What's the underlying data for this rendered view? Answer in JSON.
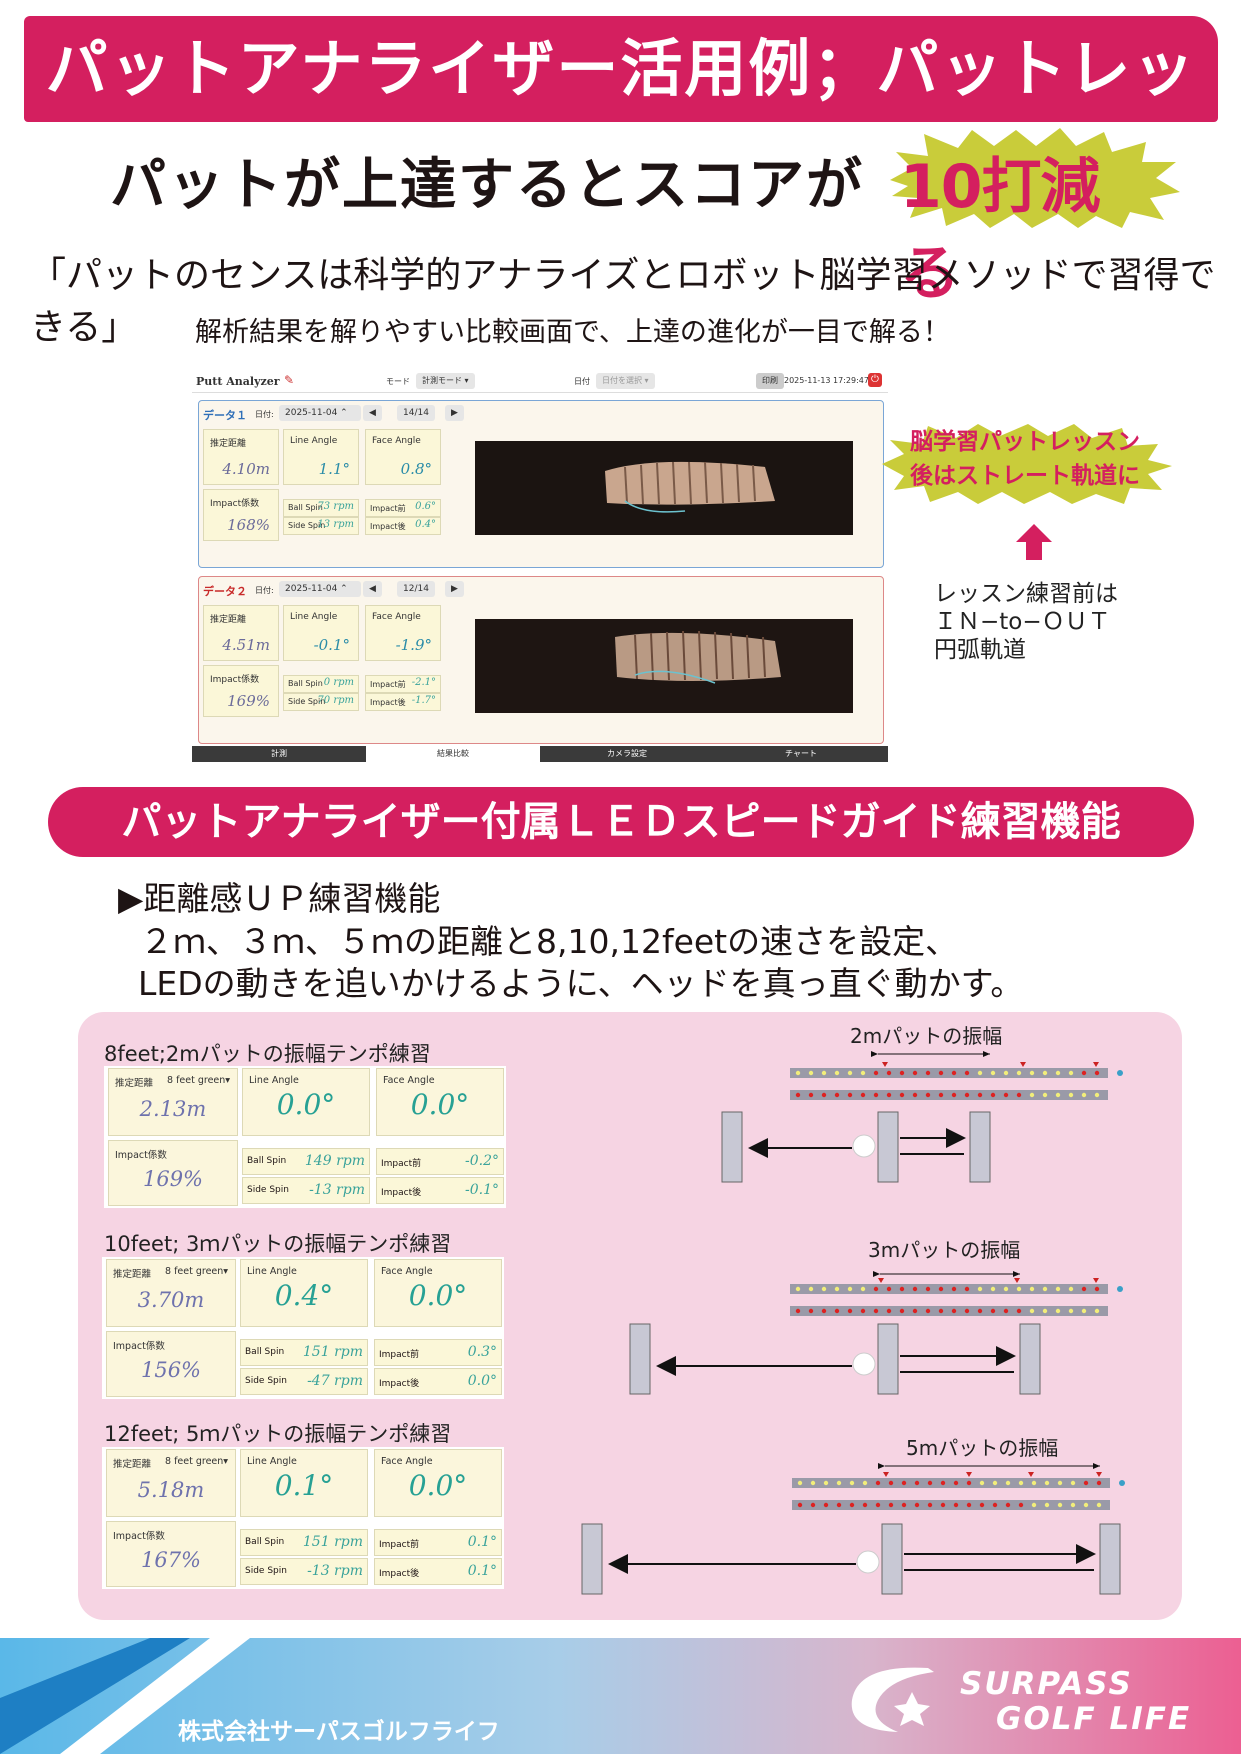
{
  "header": {
    "banner": "パットアナライザー活用例；パットレッスン",
    "headline": "パットが上達するとスコアが",
    "headline_emphasis": "10打減る",
    "quote": "「パットのセンスは科学的アナライズとロボット脳学習メソッドで習得できる」",
    "subheadline": "解析結果を解りやすい比較画面で、上達の進化が一目で解る！"
  },
  "app": {
    "title": "Putt Analyzer",
    "mode_label": "モード",
    "mode_value": "計測モード",
    "date_label": "日付",
    "date_placeholder": "日付を選択",
    "print_label": "印刷",
    "timestamp": "2025-11-13 17:29:47",
    "panels": [
      {
        "name": "データ１",
        "date_label": "日付:",
        "date": "2025-11-04",
        "counter": "14/14",
        "distance_label": "推定距離",
        "distance": "4.10m",
        "line_angle_label": "Line Angle",
        "line_angle": "1.1°",
        "face_angle_label": "Face Angle",
        "face_angle": "0.8°",
        "impact_label": "Impact係数",
        "impact": "168%",
        "ball_spin_label": "Ball Spin",
        "ball_spin": "73 rpm",
        "side_spin_label": "Side Spin",
        "side_spin": "13 rpm",
        "impact_before_label": "Impact前",
        "impact_before": "0.6°",
        "impact_after_label": "Impact後",
        "impact_after": "0.4°"
      },
      {
        "name": "データ２",
        "date_label": "日付:",
        "date": "2025-11-04",
        "counter": "12/14",
        "distance_label": "推定距離",
        "distance": "4.51m",
        "line_angle_label": "Line Angle",
        "line_angle": "-0.1°",
        "face_angle_label": "Face Angle",
        "face_angle": "-1.9°",
        "impact_label": "Impact係数",
        "impact": "169%",
        "ball_spin_label": "Ball Spin",
        "ball_spin": "0 rpm",
        "side_spin_label": "Side Spin",
        "side_spin": "70 rpm",
        "impact_before_label": "Impact前",
        "impact_before": "-2.1°",
        "impact_after_label": "Impact後",
        "impact_after": "-1.7°"
      }
    ],
    "tabs": [
      "計測",
      "結果比較",
      "カメラ設定",
      "チャート"
    ]
  },
  "callouts": {
    "after_line1": "脳学習パットレッスン",
    "after_line2": "後はストレート軌道に",
    "before_line1": "レッスン練習前は",
    "before_line2": "ＩＮ−to−ＯＵＴ",
    "before_line3": "円弧軌道"
  },
  "section2": {
    "banner": "パットアナライザー付属ＬＥＤスピードガイド練習機能",
    "feature_title": "▶距離感ＵＰ練習機能",
    "feature_line1": "２ｍ、３ｍ、５ｍの距離と8,10,12feetの速さを設定、",
    "feature_line2": "LEDの動きを追いかけるように、ヘッドを真っ直ぐ動かす。",
    "drills": [
      {
        "title": "8feet;2mパットの振幅テンポ練習",
        "amp_label": "2mパットの振幅",
        "distance_label": "推定距離",
        "green": "8 feet green",
        "distance": "2.13m",
        "line_angle_label": "Line Angle",
        "line_angle": "0.0°",
        "face_angle_label": "Face Angle",
        "face_angle": "0.0°",
        "impact_label": "Impact係数",
        "impact": "169%",
        "ball_spin_label": "Ball Spin",
        "ball_spin": "149 rpm",
        "side_spin_label": "Side Spin",
        "side_spin": "-13 rpm",
        "impact_before_label": "Impact前",
        "impact_before": "-0.2°",
        "impact_after_label": "Impact後",
        "impact_after": "-0.1°"
      },
      {
        "title": "10feet; 3ｍパットの振幅テンポ練習",
        "amp_label": "3mパットの振幅",
        "distance_label": "推定距離",
        "green": "8 feet green",
        "distance": "3.70m",
        "line_angle_label": "Line Angle",
        "line_angle": "0.4°",
        "face_angle_label": "Face Angle",
        "face_angle": "0.0°",
        "impact_label": "Impact係数",
        "impact": "156%",
        "ball_spin_label": "Ball Spin",
        "ball_spin": "151 rpm",
        "side_spin_label": "Side Spin",
        "side_spin": "-47 rpm",
        "impact_before_label": "Impact前",
        "impact_before": "0.3°",
        "impact_after_label": "Impact後",
        "impact_after": "0.0°"
      },
      {
        "title": "12feet; 5ｍパットの振幅テンポ練習",
        "amp_label": "5mパットの振幅",
        "distance_label": "推定距離",
        "green": "8 feet green",
        "distance": "5.18m",
        "line_angle_label": "Line Angle",
        "line_angle": "0.1°",
        "face_angle_label": "Face Angle",
        "face_angle": "0.0°",
        "impact_label": "Impact係数",
        "impact": "167%",
        "ball_spin_label": "Ball Spin",
        "ball_spin": "151 rpm",
        "side_spin_label": "Side Spin",
        "side_spin": "-13 rpm",
        "impact_before_label": "Impact前",
        "impact_before": "0.1°",
        "impact_after_label": "Impact後",
        "impact_after": "0.1°"
      }
    ]
  },
  "footer": {
    "company": "株式会社サーパスゴルフライフ",
    "logo_line1": "SURPASS",
    "logo_line2": "GOLF LIFE"
  },
  "colors": {
    "brand_pink": "#d41f5f",
    "burst_yellow": "#c9cc3a",
    "data_teal": "#27a194"
  }
}
